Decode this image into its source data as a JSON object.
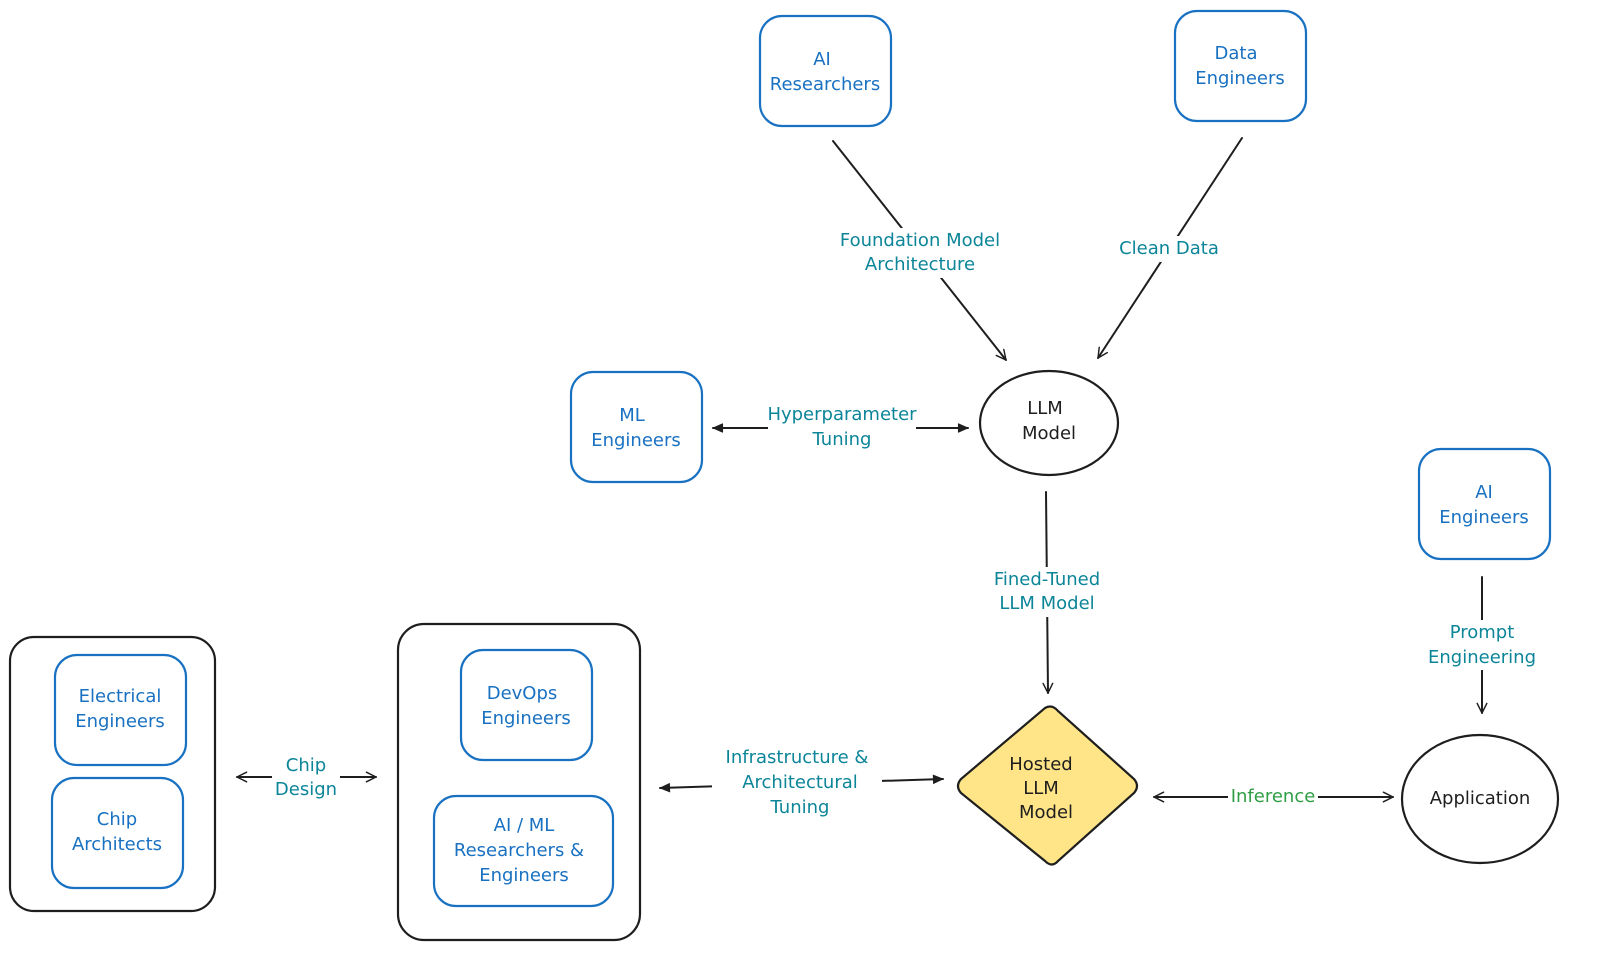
{
  "colors": {
    "role_stroke": "#1971c2",
    "role_text": "#1971c2",
    "edge_text": "#0c8599",
    "inference_text": "#2f9e44",
    "node_stroke": "#1e1e1e",
    "hosted_fill": "#ffe588"
  },
  "roles": {
    "ai_researchers": [
      "AI",
      "Researchers"
    ],
    "data_engineers": [
      "Data",
      "Engineers"
    ],
    "ml_engineers": [
      "ML",
      "Engineers"
    ],
    "ai_engineers": [
      "AI",
      "Engineers"
    ],
    "electrical_engineers": [
      "Electrical",
      "Engineers"
    ],
    "chip_architects": [
      "Chip",
      "Architects"
    ],
    "devops_engineers": [
      "DevOps",
      "Engineers"
    ],
    "ai_ml_researchers": [
      "AI / ML",
      "Researchers &",
      "Engineers"
    ]
  },
  "nodes": {
    "llm_model": [
      "LLM",
      "Model"
    ],
    "hosted_llm_model": [
      "Hosted",
      "LLM",
      "Model"
    ],
    "application": [
      "Application"
    ]
  },
  "edges": {
    "foundation": [
      "Foundation Model",
      "Architecture"
    ],
    "clean_data": [
      "Clean Data"
    ],
    "hyperparameter": [
      "Hyperparameter",
      "Tuning"
    ],
    "fine_tuned": [
      "Fined-Tuned",
      "LLM Model"
    ],
    "prompt": [
      "Prompt",
      "Engineering"
    ],
    "chip_design": [
      "Chip",
      "Design"
    ],
    "infrastructure": [
      "Infrastructure &",
      "Architectural",
      "Tuning"
    ],
    "inference": [
      "Inference"
    ]
  }
}
